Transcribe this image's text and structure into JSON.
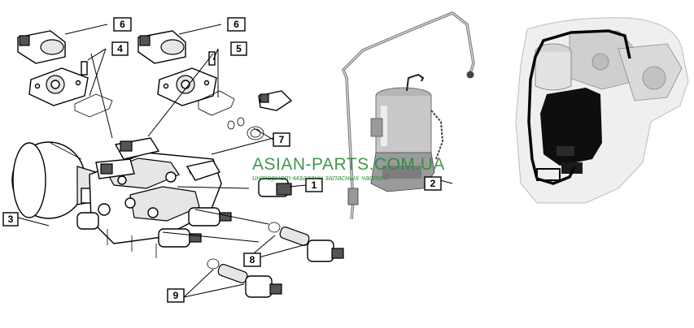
{
  "watermark": {
    "main": "ASIAN-PARTS.COM.UA",
    "sub": "интернет-магазин запасных частей",
    "color": "#2e8b3a"
  },
  "callouts": [
    {
      "id": "c1",
      "label": "1"
    },
    {
      "id": "c2",
      "label": "2"
    },
    {
      "id": "c3",
      "label": "3"
    },
    {
      "id": "c4",
      "label": "4"
    },
    {
      "id": "c5",
      "label": "5"
    },
    {
      "id": "c6a",
      "label": "6"
    },
    {
      "id": "c6b",
      "label": "6"
    },
    {
      "id": "c7",
      "label": "7"
    },
    {
      "id": "c8",
      "label": "8"
    },
    {
      "id": "c9",
      "label": "9"
    }
  ]
}
